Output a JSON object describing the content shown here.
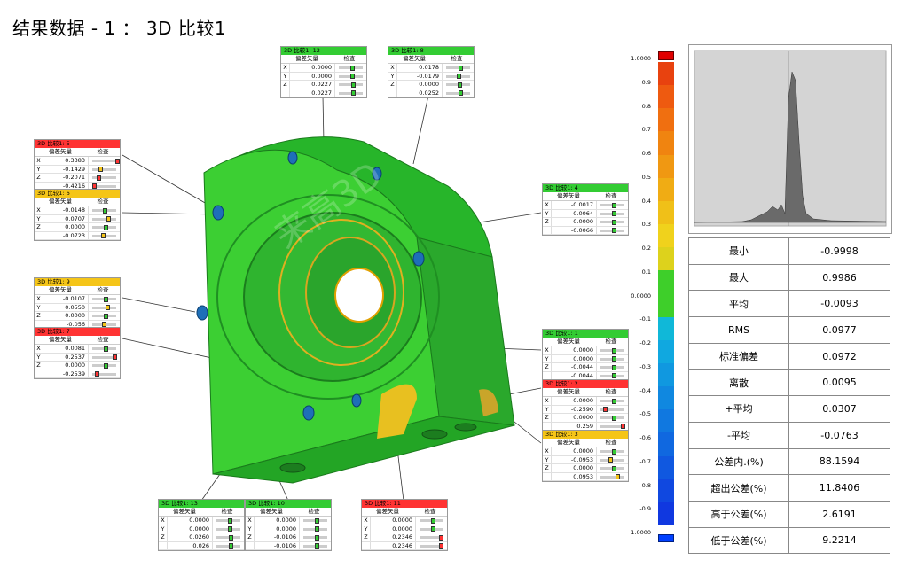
{
  "title": "结果数据 - 1 ：  3D 比较1",
  "callout_headers": {
    "col1": "偏差矢量",
    "col2": "检查"
  },
  "callouts": [
    {
      "id": "c12",
      "label": "3D 比较1: 12",
      "status": "green",
      "rows": [
        [
          "X",
          "0.0000"
        ],
        [
          "Y",
          "0.0000"
        ],
        [
          "Z",
          "0.0227"
        ],
        [
          "",
          "0.0227"
        ]
      ]
    },
    {
      "id": "c8",
      "label": "3D 比较1: 8",
      "status": "green",
      "rows": [
        [
          "X",
          "0.0178"
        ],
        [
          "Y",
          "-0.0179"
        ],
        [
          "Z",
          "0.0000"
        ],
        [
          "",
          "0.0252"
        ]
      ]
    },
    {
      "id": "c5",
      "label": "3D 比较1: 5",
      "status": "red",
      "rows": [
        [
          "X",
          "0.3383"
        ],
        [
          "Y",
          "-0.1429"
        ],
        [
          "Z",
          "-0.2071"
        ],
        [
          "",
          "-0.4216"
        ]
      ]
    },
    {
      "id": "c6",
      "label": "3D 比较1: 6",
      "status": "yellow",
      "rows": [
        [
          "X",
          "-0.0148"
        ],
        [
          "Y",
          "0.0707"
        ],
        [
          "Z",
          "0.0000"
        ],
        [
          "",
          "-0.0723"
        ]
      ]
    },
    {
      "id": "c4",
      "label": "3D 比较1: 4",
      "status": "green",
      "rows": [
        [
          "X",
          "-0.0017"
        ],
        [
          "Y",
          "0.0064"
        ],
        [
          "Z",
          "0.0000"
        ],
        [
          "",
          "-0.0066"
        ]
      ]
    },
    {
      "id": "c9",
      "label": "3D 比较1: 9",
      "status": "yellow",
      "rows": [
        [
          "X",
          "-0.0107"
        ],
        [
          "Y",
          "0.0550"
        ],
        [
          "Z",
          "0.0000"
        ],
        [
          "",
          "-0.056"
        ]
      ]
    },
    {
      "id": "c7",
      "label": "3D 比较1: 7",
      "status": "red",
      "rows": [
        [
          "X",
          "0.0081"
        ],
        [
          "Y",
          "0.2537"
        ],
        [
          "Z",
          "0.0000"
        ],
        [
          "",
          "-0.2539"
        ]
      ]
    },
    {
      "id": "c1",
      "label": "3D 比较1: 1",
      "status": "green",
      "rows": [
        [
          "X",
          "0.0000"
        ],
        [
          "Y",
          "0.0000"
        ],
        [
          "Z",
          "-0.0044"
        ],
        [
          "",
          "-0.0044"
        ]
      ]
    },
    {
      "id": "c2",
      "label": "3D 比较1: 2",
      "status": "red",
      "rows": [
        [
          "X",
          "0.0000"
        ],
        [
          "Y",
          "-0.2590"
        ],
        [
          "Z",
          "0.0000"
        ],
        [
          "",
          "0.259"
        ]
      ]
    },
    {
      "id": "c3",
      "label": "3D 比较1: 3",
      "status": "yellow",
      "rows": [
        [
          "X",
          "0.0000"
        ],
        [
          "Y",
          "-0.0953"
        ],
        [
          "Z",
          "0.0000"
        ],
        [
          "",
          "0.0953"
        ]
      ]
    },
    {
      "id": "c13",
      "label": "3D 比较1: 13",
      "status": "green",
      "rows": [
        [
          "X",
          "0.0000"
        ],
        [
          "Y",
          "0.0000"
        ],
        [
          "Z",
          "0.0260"
        ],
        [
          "",
          "0.026"
        ]
      ]
    },
    {
      "id": "c10",
      "label": "3D 比较1: 10",
      "status": "green",
      "rows": [
        [
          "X",
          "0.0000"
        ],
        [
          "Y",
          "0.0000"
        ],
        [
          "Z",
          "-0.0106"
        ],
        [
          "",
          "-0.0106"
        ]
      ]
    },
    {
      "id": "c11",
      "label": "3D 比较1: 11",
      "status": "red",
      "rows": [
        [
          "X",
          "0.0000"
        ],
        [
          "Y",
          "0.0000"
        ],
        [
          "Z",
          "0.2346"
        ],
        [
          "",
          "0.2346"
        ]
      ]
    }
  ],
  "scale_labels": [
    "1.0000",
    "0.9",
    "0.8",
    "0.7",
    "0.6",
    "0.5",
    "0.4",
    "0.3",
    "0.2",
    "0.1",
    "0.0000",
    "-0.1",
    "-0.2",
    "-0.3",
    "-0.4",
    "-0.5",
    "-0.6",
    "-0.7",
    "-0.8",
    "-0.9",
    "-1.0000"
  ],
  "scale_colors": [
    "#e8420f",
    "#ee5a10",
    "#f06f10",
    "#f08410",
    "#f09812",
    "#f0ac14",
    "#f0c018",
    "#f0d21c",
    "#ddd21c",
    "#3ecf2a",
    "#3ecf2a",
    "#10b8d8",
    "#10a8e0",
    "#1098e0",
    "#1088e0",
    "#1078e0",
    "#1068e0",
    "#1058e0",
    "#1048e0",
    "#1038e0"
  ],
  "watermark": "来高3D",
  "stats": [
    {
      "label": "最小",
      "value": "-0.9998"
    },
    {
      "label": "最大",
      "value": "0.9986"
    },
    {
      "label": "平均",
      "value": "-0.0093"
    },
    {
      "label": "RMS",
      "value": "0.0977"
    },
    {
      "label": "标准偏差",
      "value": "0.0972"
    },
    {
      "label": "离散",
      "value": "0.0095"
    },
    {
      "label": "+平均",
      "value": "0.0307"
    },
    {
      "label": "-平均",
      "value": "-0.0763"
    },
    {
      "label": "公差内.(%)",
      "value": "88.1594"
    },
    {
      "label": "超出公差(%)",
      "value": "11.8406"
    },
    {
      "label": "高于公差(%)",
      "value": "2.6191"
    },
    {
      "label": "低于公差(%)",
      "value": "9.2214"
    }
  ]
}
